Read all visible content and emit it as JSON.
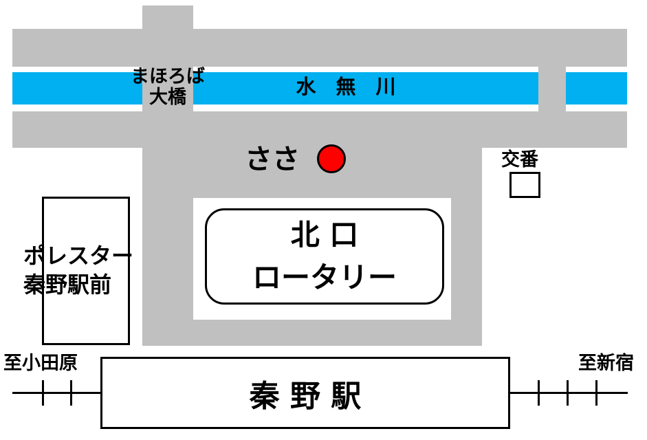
{
  "map": {
    "labels": {
      "bridge": {
        "line1": "まほろば",
        "line2": "大橋"
      },
      "river": "水　無　川",
      "sasa": "ささ",
      "koban": "交番",
      "rotary": {
        "line1": "北 口",
        "line2": "ロータリー"
      },
      "polestar": {
        "line1": "ポレスター",
        "line2": "秦野駅前"
      },
      "station": "秦 野 駅",
      "to_odawara": "至小田原",
      "to_shinjuku": "至新宿"
    },
    "colors": {
      "road": "#C0C0C0",
      "river": "#00B0F0",
      "marker": "#FF0000",
      "outline": "#000000",
      "background": "#FFFFFF"
    }
  }
}
